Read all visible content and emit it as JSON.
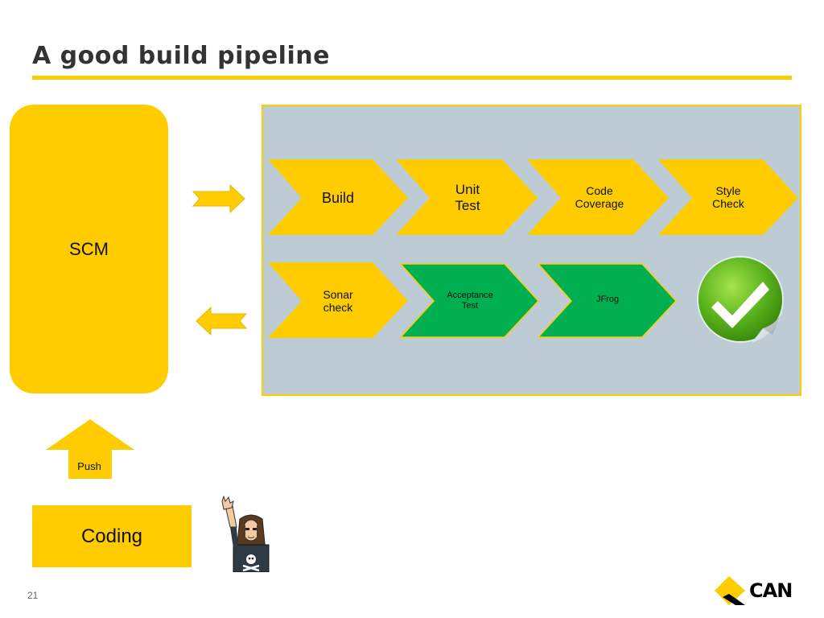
{
  "title": "A good build pipeline",
  "scm": {
    "label": "SCM"
  },
  "pipeline": {
    "row1": [
      {
        "label": "Build",
        "color": "#FFCC00"
      },
      {
        "label": "Unit\nTest",
        "color": "#FFCC00"
      },
      {
        "label": "Code\nCoverage",
        "color": "#FFCC00"
      },
      {
        "label": "Style\nCheck",
        "color": "#FFCC00"
      }
    ],
    "row2": [
      {
        "label": "Sonar\ncheck",
        "color": "#FFCC00"
      },
      {
        "label": "Acceptance\nTest",
        "color": "#00B050"
      },
      {
        "label": "JFrog",
        "color": "#00B050"
      }
    ],
    "success_icon": "green-checkmark-sticker-icon"
  },
  "push": {
    "label": "Push"
  },
  "coding": {
    "label": "Coding"
  },
  "page_number": "21",
  "logo": {
    "text": "CAN",
    "icon": "yellow-diamond-logo-icon"
  },
  "colors": {
    "accent": "#FFCC00",
    "panel": "#BDCCD4",
    "success": "#00B050",
    "title_text": "#333333"
  }
}
